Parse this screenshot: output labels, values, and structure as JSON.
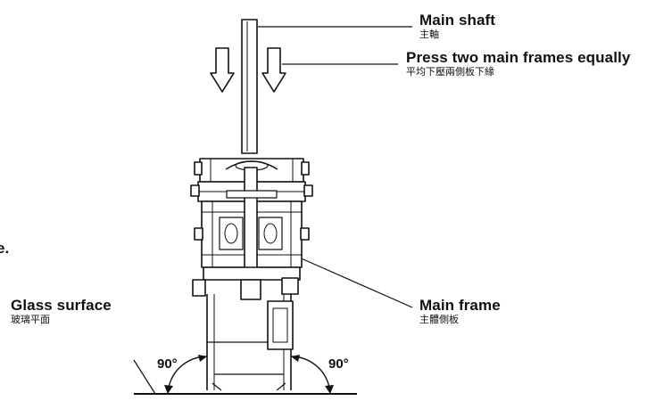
{
  "labels": {
    "main_shaft": {
      "en": "Main shaft",
      "zh": "主軸"
    },
    "press": {
      "en": "Press two main frames equally",
      "zh": "平均下壓兩側板下緣"
    },
    "main_frame": {
      "en": "Main frame",
      "zh": "主體側板"
    },
    "glass_surface": {
      "en": "Glass surface",
      "zh": "玻璃平面"
    },
    "edge_fragment": "e."
  },
  "angles": {
    "left": "90°",
    "right": "90°"
  }
}
